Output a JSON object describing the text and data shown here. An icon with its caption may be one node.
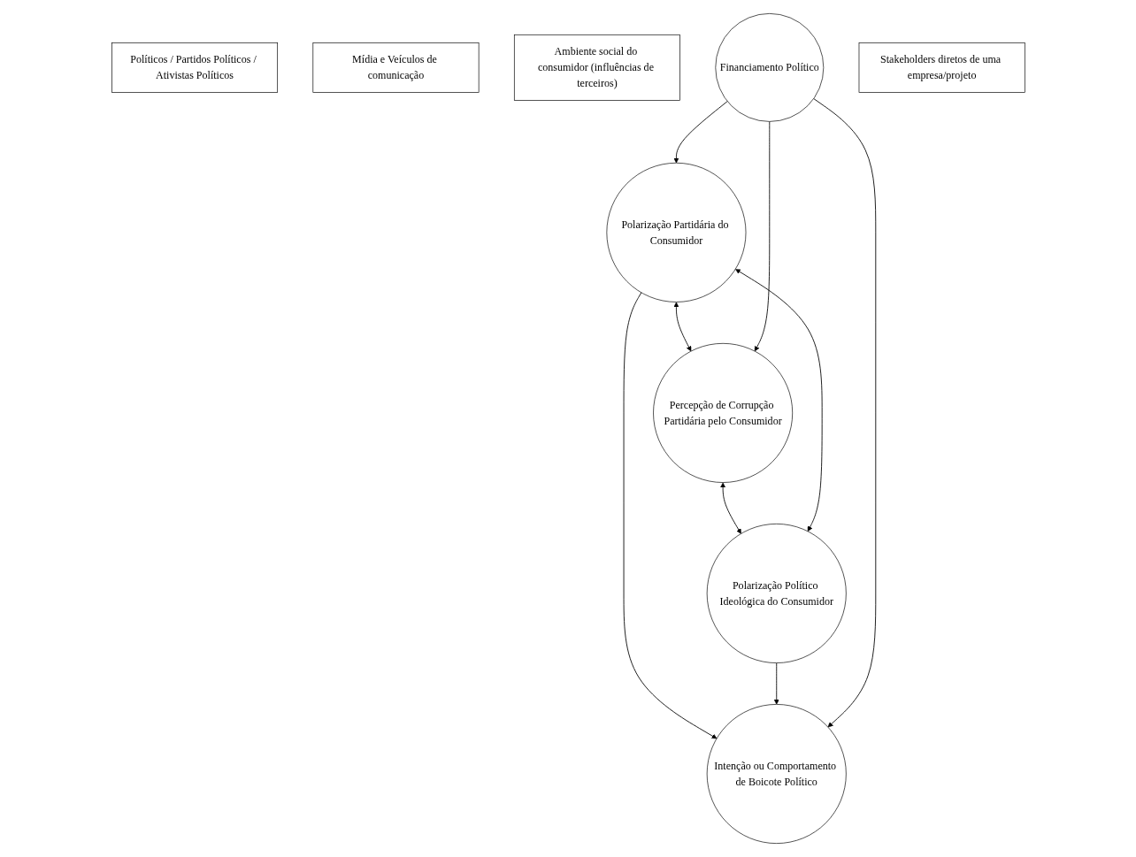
{
  "diagram": {
    "nodes": [
      {
        "text": [
          "Políticos / Partidos Políticos / Ativistas Políticos"
        ]
      },
      {
        "text": [
          "Mídia e Veículos de comunicação"
        ]
      },
      {
        "text": [
          "Ambiente social do consumidor (influências de terceiros)"
        ]
      },
      {
        "text": [
          "Percepção de Corrupção Partidária pelo Consumidor"
        ]
      },
      {
        "text": [
          "Polarização Partidária do Consumidor"
        ]
      },
      {
        "text": [
          "Polarização Político Ideológica do Consumidor"
        ]
      },
      {
        "text": [
          "Intenção ou Comportamento de Boicote Político"
        ]
      },
      {
        "text": [
          "Financiamento Político"
        ]
      },
      {
        "text": [
          "Stakeholders diretos de uma empresa/projeto"
        ]
      }
    ],
    "edges": [
      {
        "from": 4,
        "to": 3,
        "arrow": "both"
      },
      {
        "from": 3,
        "to": 5,
        "arrow": "both"
      },
      {
        "from": 4,
        "to": 5,
        "arrow": "both"
      },
      {
        "from": 4,
        "to": 6,
        "arrow": "to"
      },
      {
        "from": 5,
        "to": 6,
        "arrow": "to"
      },
      {
        "from": 7,
        "to": 4,
        "arrow": "to"
      },
      {
        "from": 7,
        "to": 3,
        "arrow": "to"
      },
      {
        "from": 7,
        "to": 6,
        "arrow": "to"
      }
    ]
  }
}
